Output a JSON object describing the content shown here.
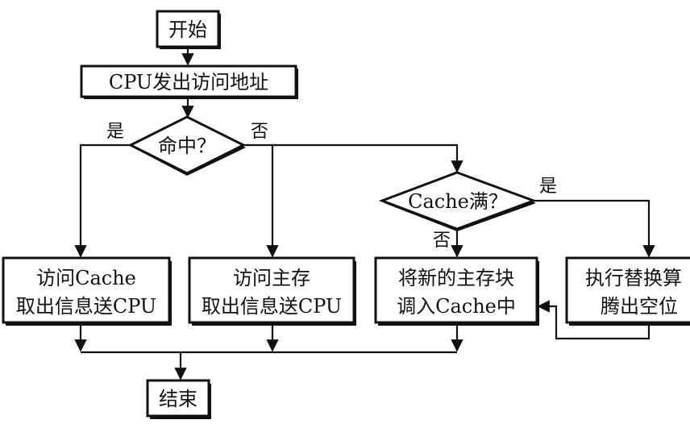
{
  "nodes": {
    "start": "开始",
    "cpu_request": "CPU发出访问地址",
    "hit_decision": "命中？",
    "access_cache": [
      "访问Cache",
      "取出信息送CPU"
    ],
    "access_main": [
      "访问主存",
      "取出信息送CPU"
    ],
    "cache_full_decision": "Cache满？",
    "load_block": [
      "将新的主存块",
      "调入Cache中"
    ],
    "replace": [
      "执行替换算",
      "腾出空位"
    ],
    "end": "结束"
  },
  "edge_labels": {
    "hit_yes": "是",
    "hit_no": "否",
    "full_yes": "是",
    "full_no": "否"
  }
}
